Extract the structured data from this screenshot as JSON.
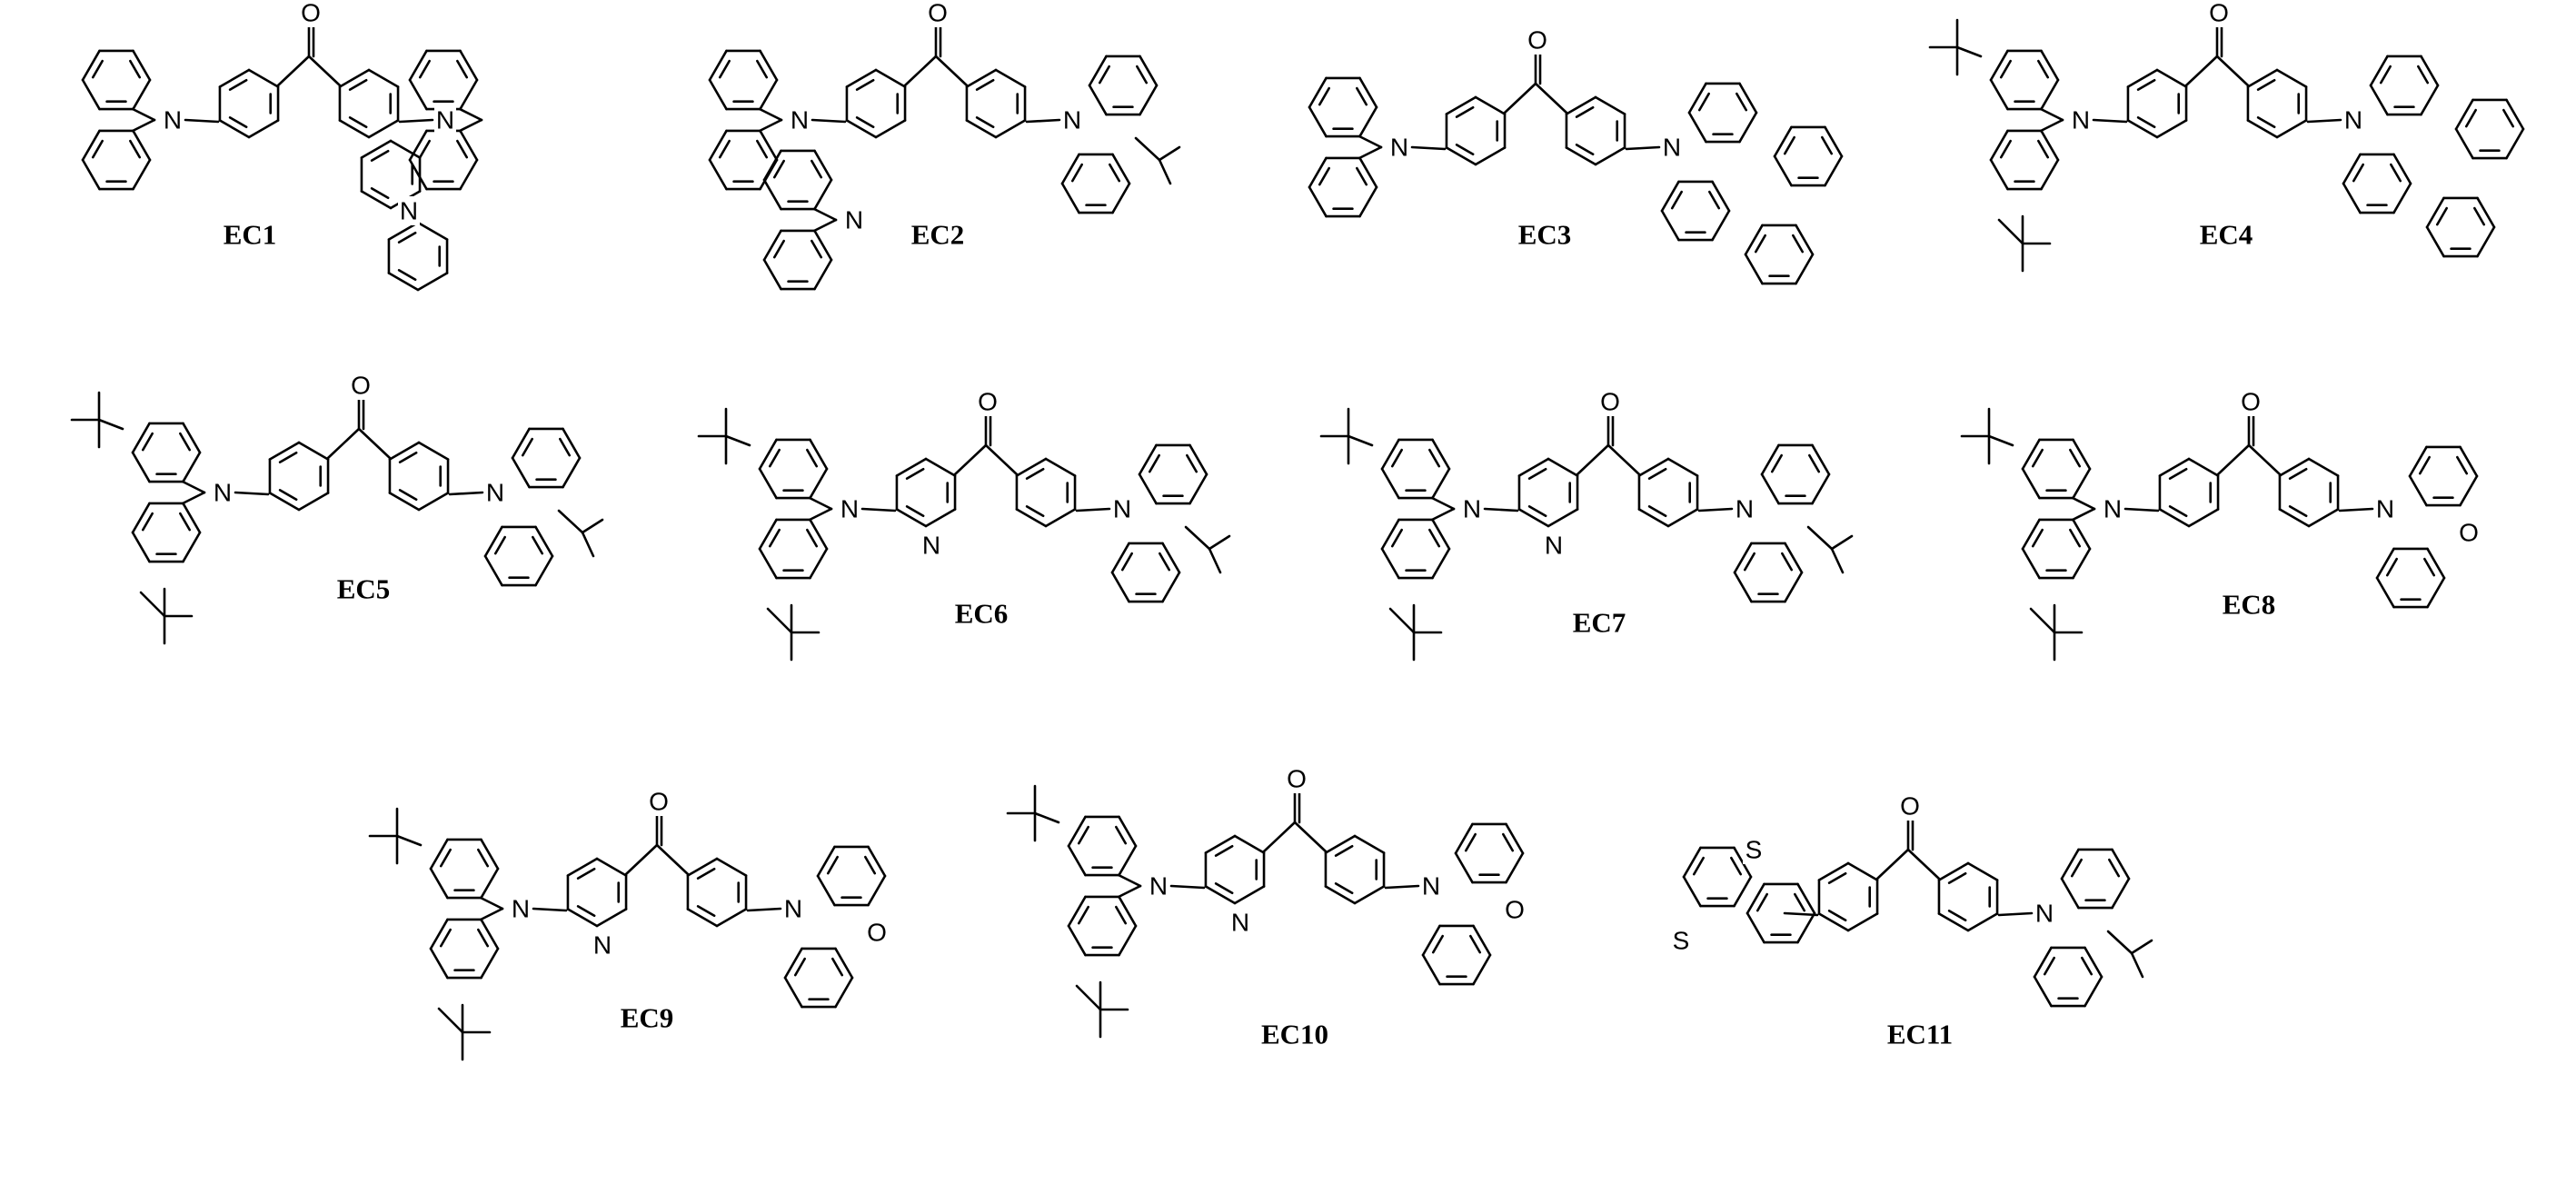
{
  "compounds": [
    {
      "id": "ec1",
      "label": "EC1"
    },
    {
      "id": "ec2",
      "label": "EC2"
    },
    {
      "id": "ec3",
      "label": "EC3"
    },
    {
      "id": "ec4",
      "label": "EC4"
    },
    {
      "id": "ec5",
      "label": "EC5"
    },
    {
      "id": "ec6",
      "label": "EC6"
    },
    {
      "id": "ec7",
      "label": "EC7"
    },
    {
      "id": "ec8",
      "label": "EC8"
    },
    {
      "id": "ec9",
      "label": "EC9"
    },
    {
      "id": "ec10",
      "label": "EC10"
    },
    {
      "id": "ec11",
      "label": "EC11"
    }
  ],
  "atoms": {
    "oxygen": "O",
    "nitrogen": "N",
    "sulfur": "S"
  }
}
